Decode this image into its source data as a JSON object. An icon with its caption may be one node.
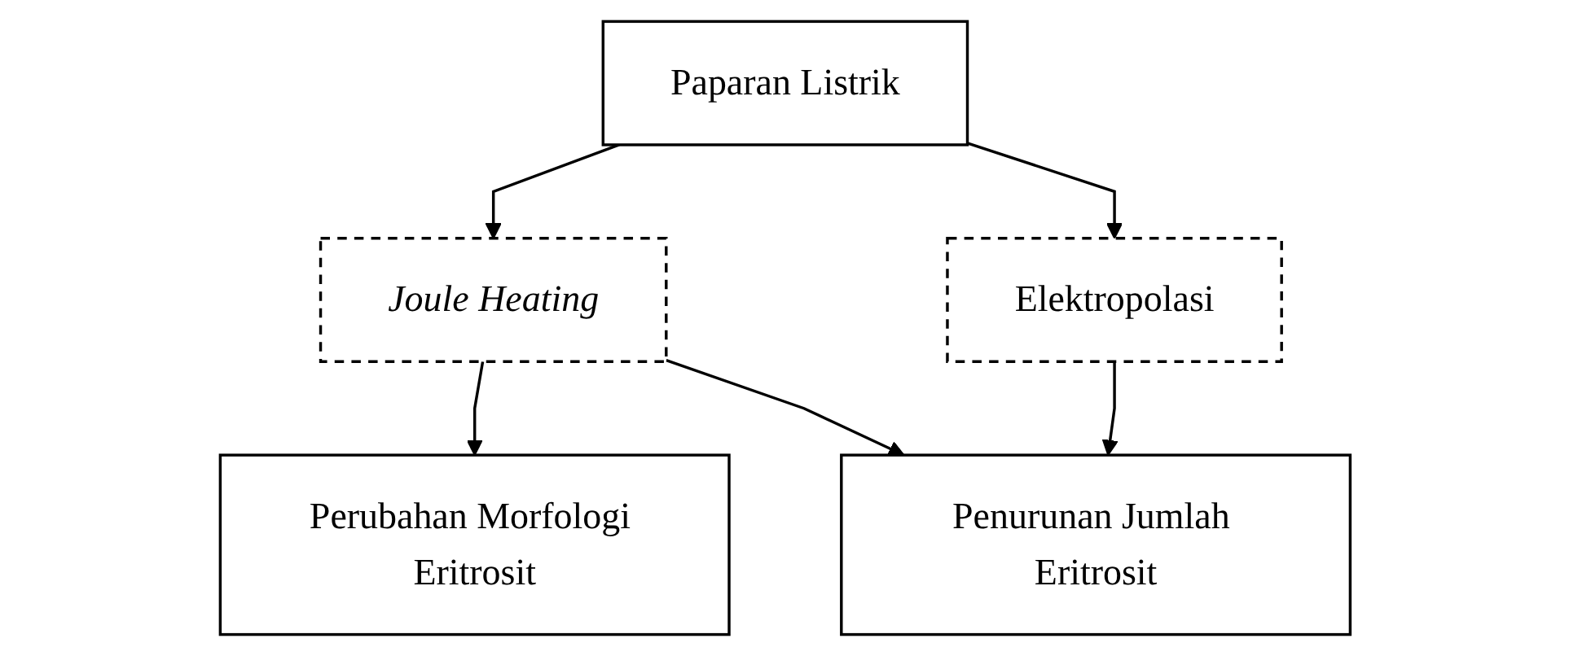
{
  "diagram": {
    "nodes": [
      {
        "text": [
          "Paparan Listrik"
        ]
      },
      {
        "text": [
          "Joule Heating"
        ]
      },
      {
        "text": [
          "Elektropolasi"
        ]
      },
      {
        "text": [
          "Perubahan Morfologi Eritrosit"
        ]
      },
      {
        "text": [
          "Penurunan Jumlah Eritrosit"
        ]
      }
    ],
    "edges": [
      {
        "from": 0,
        "to": 1,
        "arrow": "to"
      },
      {
        "from": 0,
        "to": 2,
        "arrow": "to"
      },
      {
        "from": 1,
        "to": 3,
        "arrow": "to"
      },
      {
        "from": 1,
        "to": 4,
        "arrow": "to"
      },
      {
        "from": 2,
        "to": 4,
        "arrow": "to"
      }
    ]
  }
}
